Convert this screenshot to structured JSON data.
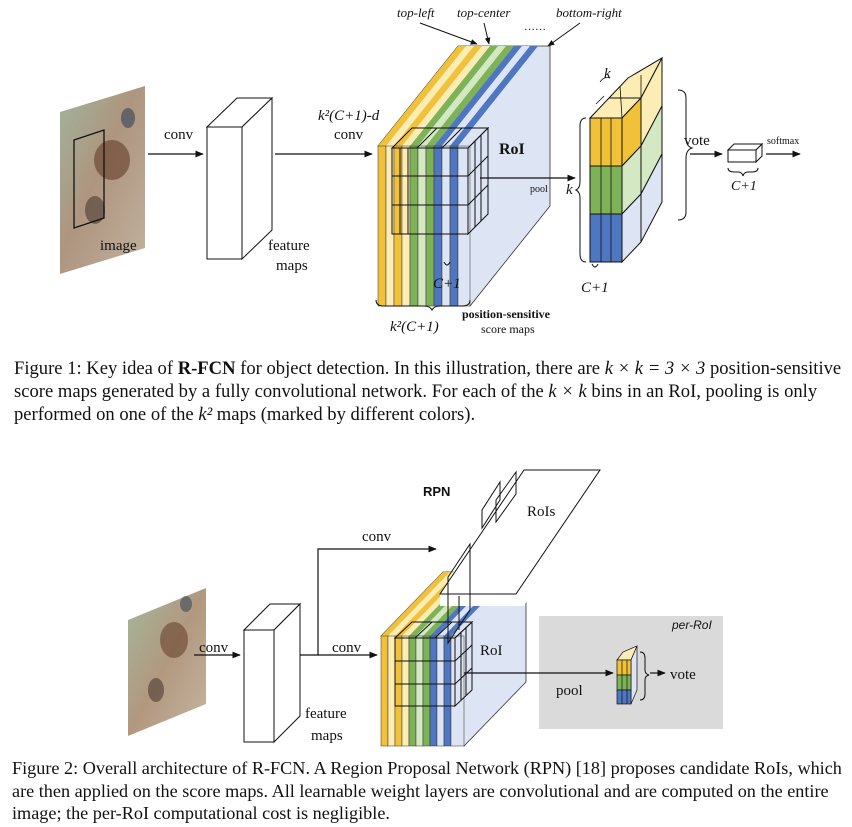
{
  "figure1": {
    "labels": {
      "image": "image",
      "conv": "conv",
      "feature": "feature",
      "maps": "maps",
      "k2_d": "k²(C+1)-d",
      "conv2": "conv",
      "top_left": "top-left",
      "top_center": "top-center",
      "bottom_right": "bottom-right",
      "dots": "……",
      "roi": "RoI",
      "pool": "pool",
      "k_top": "k",
      "k_side": "k",
      "c1_a": "C+1",
      "c1_b": "C+1",
      "c1_c": "C+1",
      "k2c1": "k²(C+1)",
      "ps_1": "position-sensitive",
      "ps_2": "score maps",
      "vote": "vote",
      "softmax": "softmax"
    },
    "caption": {
      "prefix": "Figure 1: Key idea of ",
      "bold": "R-FCN",
      "mid1": " for object detection. In this illustration, there are ",
      "math1": "k × k = 3 × 3",
      "mid2": " position-sensitive score maps generated by a fully convolutional network. For each of the ",
      "math2": "k × k",
      "mid3": " bins in an RoI, pooling is only performed on one of the ",
      "math3": "k²",
      "mid4": " maps (marked by different colors)."
    }
  },
  "figure2": {
    "labels": {
      "rpn": "RPN",
      "rois": "RoIs",
      "conv_top": "conv",
      "conv_left": "conv",
      "conv_mid": "conv",
      "feature": "feature",
      "maps": "maps",
      "roi": "RoI",
      "pool": "pool",
      "per_roi": "per-RoI",
      "vote": "vote"
    },
    "caption": "Figure 2: Overall architecture of R-FCN. A Region Proposal Network (RPN) [18] proposes candidate RoIs, which are then applied on the score maps. All learnable weight layers are convolutional and are computed on the entire image; the per-RoI computational cost is negligible."
  },
  "colors": {
    "yellow": "#f2c13a",
    "light_yellow": "#fcedb5",
    "green": "#7eb257",
    "light_green": "#d4e8c4",
    "blue": "#4f76c0",
    "light_blue": "#dde4f3",
    "panel_gray": "#dadada"
  }
}
